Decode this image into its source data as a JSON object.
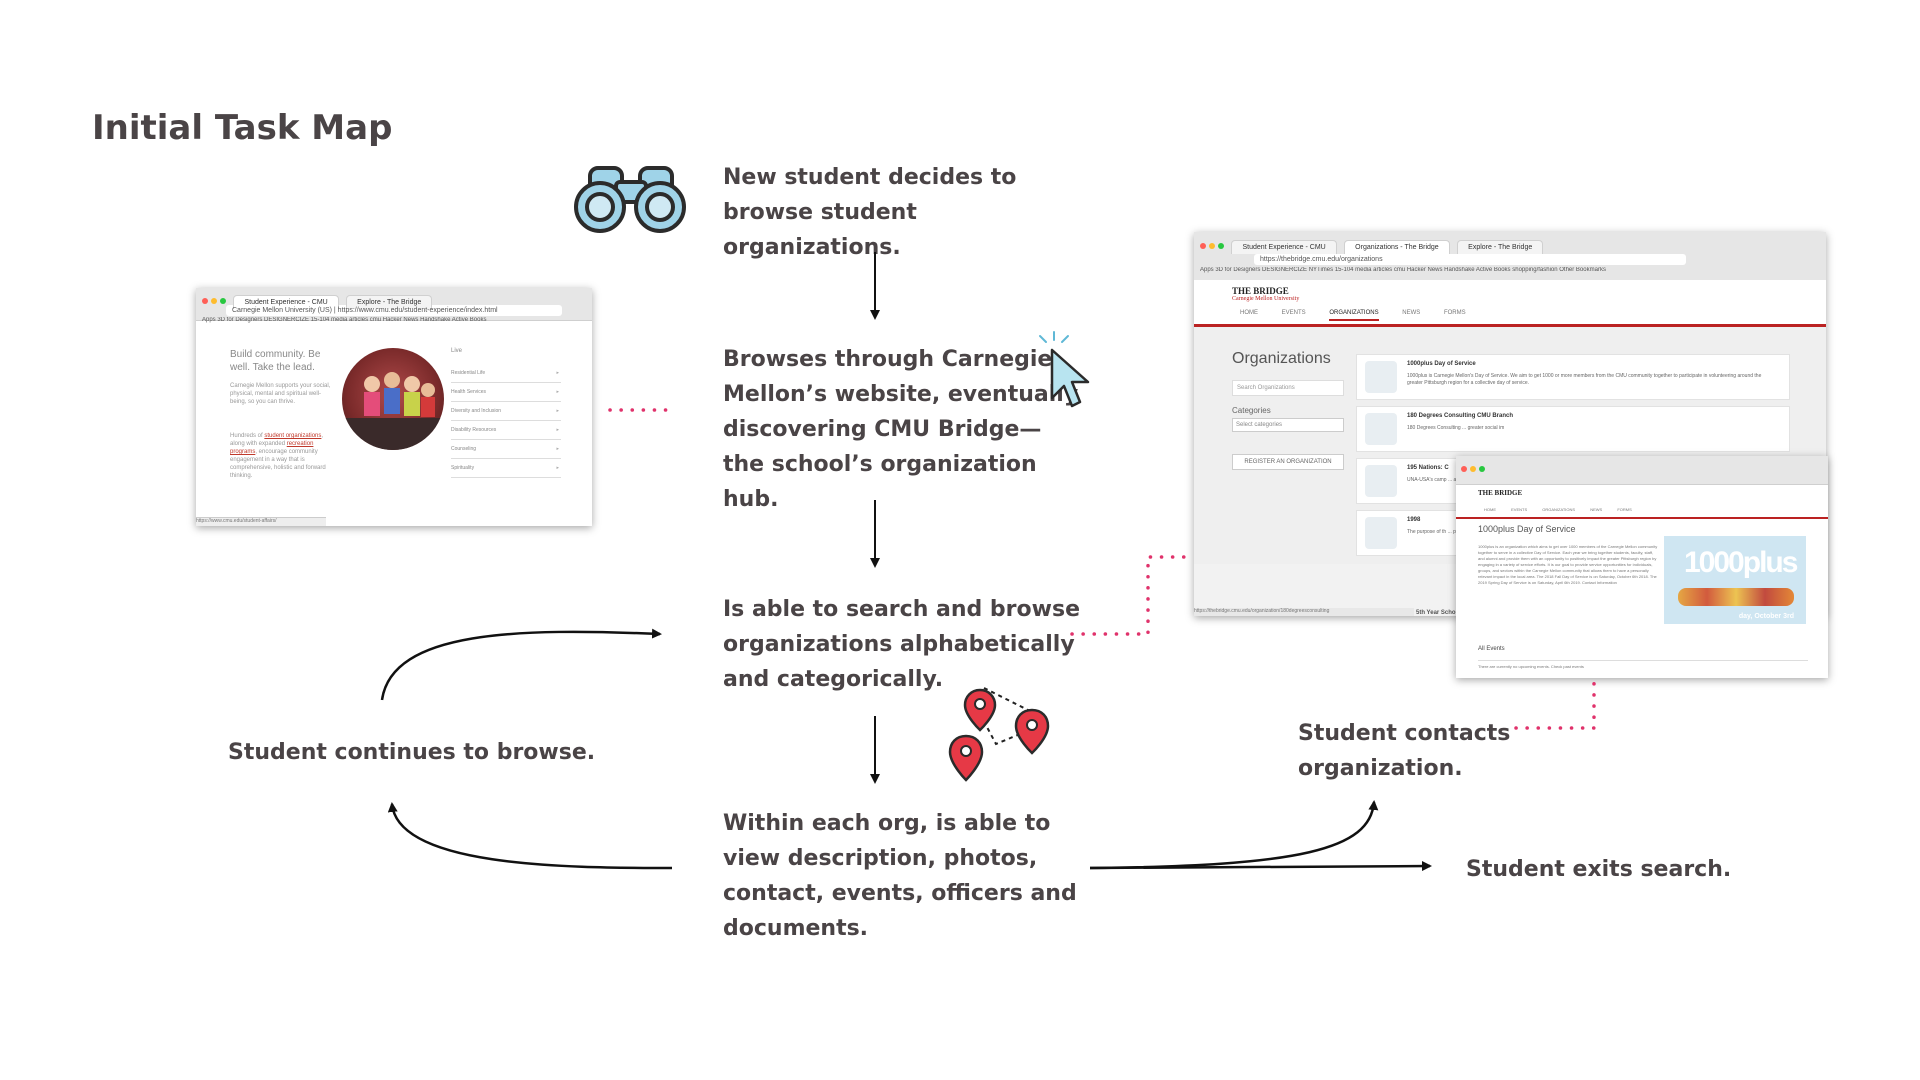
{
  "title": "Initial Task Map",
  "steps": [
    "New student decides to browse student organizations.",
    "Browses through Carnegie Mellon’s website, eventually discovering CMU Bridge— the school’s organization hub.",
    "Is able to search and browse organizations alphabetically and categorically.",
    "Within each org, is able to view description, photos, contact, events, officers and documents."
  ],
  "outcomes": {
    "continue": "Student continues to browse.",
    "contact": "Student contacts organization.",
    "exit": "Student exits search."
  },
  "colors": {
    "text": "#4a4446",
    "dotted": "#e0326b",
    "binoculars": "#9fd3e8",
    "pin": "#e63946",
    "cursor": "#b8e4f0"
  },
  "icons": [
    "binoculars-icon",
    "cursor-icon",
    "map-pins-icon"
  ],
  "screenshot_cmu": {
    "tabs": [
      "Student Experience - CMU",
      "Explore - The Bridge"
    ],
    "url": "Carnegie Mellon University (US) | https://www.cmu.edu/student-experience/index.html",
    "bookmarks": "Apps  3D for Designers  DESIGNERCIZE  15-104  media  articles  cmu  Hacker News  Handshake  Active Books",
    "lead": "Build community. Be well. Take the lead.",
    "para": "Carnegie Mellon supports your social, physical, mental and spiritual well-being, so you can thrive.",
    "para2_a": "Hundreds of ",
    "para2_link1": "student organizations",
    "para2_b": ", along with expanded ",
    "para2_link2": "recreation programs",
    "para2_c": ", encourage community engagement in a way that is comprehensive, holistic and forward thinking.",
    "menu_heading": "Live",
    "menu": [
      "Residential Life",
      "Health Services",
      "Diversity and Inclusion",
      "Disability Resources",
      "Counseling",
      "Spirituality"
    ],
    "status": "https://www.cmu.edu/student-affairs/"
  },
  "screenshot_bridge": {
    "tabs": [
      "Student Experience - CMU",
      "Organizations - The Bridge",
      "Explore - The Bridge"
    ],
    "url": "https://thebridge.cmu.edu/organizations",
    "bookmarks": "Apps  3D for Designers  DESIGNERCIZE  NYTimes  15-104  media  articles  cmu  Hacker News  Handshake  Active Books  shopping/fashion  Other Bookmarks",
    "logo": "THE BRIDGE",
    "logo_sub": "Carnegie Mellon University",
    "nav": [
      "HOME",
      "EVENTS",
      "ORGANIZATIONS",
      "NEWS",
      "FORMS"
    ],
    "page_title": "Organizations",
    "search_placeholder": "Search Organizations",
    "categories_label": "Categories",
    "categories_select": "Select categories",
    "register": "REGISTER AN ORGANIZATION",
    "orgs": [
      {
        "name": "1000plus Day of Service",
        "desc": "1000plus is Carnegie Mellon's Day of Service. We aim to get 1000 or more members from the CMU community together to participate in volunteering around the greater Pittsburgh region for a collective day of service."
      },
      {
        "name": "180 Degrees Consulting CMU Branch",
        "desc": "180 Degrees Consulting ... greater social im"
      },
      {
        "name": "195 Nations: C",
        "desc": "UNA-USA's camp ... and others in the"
      },
      {
        "name": "1998",
        "desc": "The purpose of th ... provide a cultura"
      }
    ],
    "status": "https://thebridge.cmu.edu/organization/180degreesconsulting",
    "partial": "5th Year Schol"
  },
  "screenshot_org": {
    "org_title": "1000plus Day of Service",
    "body": "1000plus is an organization which aims to get over 1000 members of the Carnegie Mellon community together to serve in a collective Day of Service. Each year we bring together students, faculty, staff, and alumni and provide them with an opportunity to positively impact the greater Pittsburgh region by engaging in a variety of service efforts. It is our goal to provide service opportunities for individuals, groups, and sectors within the Carnegie Mellon community that allows them to have a personally relevant impact in the local area. The 2018 Fall Day of Service is on Saturday, October 6th 2018. The 2019 Spring Day of Service is on Saturday, April 6th 2019. Contact Information",
    "poster_big": "1000plus",
    "poster_day": "day, October 3rd",
    "all_events": "All Events",
    "no_events": "There are currently no upcoming events. Check past events"
  }
}
